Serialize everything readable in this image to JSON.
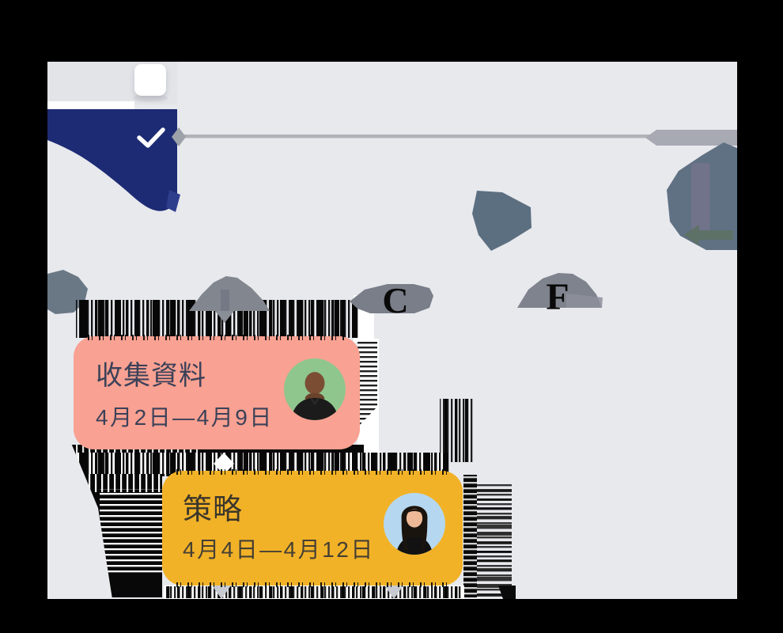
{
  "scene": {
    "outer_background": "#000000",
    "canvas_bg": "#E8E9ED",
    "panel_bg": "#E2E4E8",
    "check_blob_color": "#1D2B74",
    "timeline_line_color": "#AFB2B8",
    "timeline_marker_color": "#9DA1A9",
    "timeline_bar_color": "#A7AAB3"
  },
  "glitch_text": {
    "letter_1": "C",
    "letter_2": "F"
  },
  "cards": [
    {
      "title": "收集資料",
      "date_range": "4月2日—4月9日",
      "bg": "#F9A192",
      "text_color": "#3B4158",
      "avatar_bg": "#8FC68E",
      "assignee_icon": "male-avatar"
    },
    {
      "title": "策略",
      "date_range": "4月4日—4月12日",
      "bg": "#F2B227",
      "text_color": "#3B362C",
      "avatar_bg": "#B5D8F0",
      "assignee_icon": "female-avatar"
    }
  ]
}
